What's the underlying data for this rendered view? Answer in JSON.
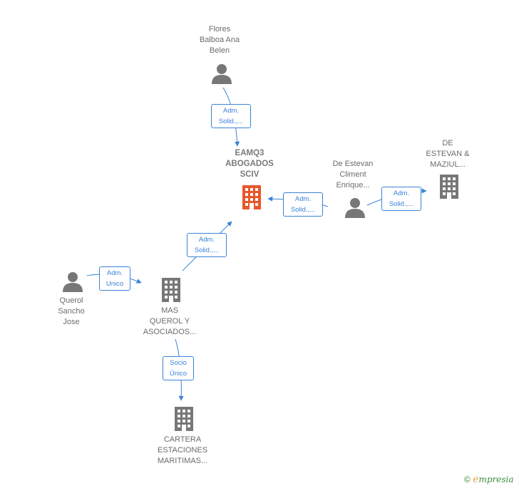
{
  "colors": {
    "edge": "#3a82d6",
    "person": "#777777",
    "company": "#777777",
    "focus": "#e8562a"
  },
  "nodes": {
    "flores": {
      "label": "Flores\nBalboa Ana\nBelen",
      "kind": "person-icon"
    },
    "eamq3": {
      "label": "EAMQ3\nABOGADOS\nSCIV",
      "kind": "building-icon"
    },
    "destevan_person": {
      "label": "De Estevan\nCliment\nEnrique...",
      "kind": "person-icon"
    },
    "destevan_co": {
      "label": "DE\nESTEVAN &\nMAZIUL...",
      "kind": "building-icon"
    },
    "querol": {
      "label": "Querol\nSancho\nJose",
      "kind": "person-icon"
    },
    "masquerol": {
      "label": "MAS\nQUEROL Y\nASOCIADOS...",
      "kind": "building-icon"
    },
    "cartera": {
      "label": "CARTERA\nESTACIONES\nMARITIMAS...",
      "kind": "building-icon"
    }
  },
  "edges": {
    "flores_eamq3": "Adm.\nSolid.,...",
    "destevan_eamq3": "Adm.\nSolid.,...",
    "destevanco_person": "Adm.\nSolid.,...",
    "mas_eamq3": "Adm.\nSolid.,...",
    "querol_mas": "Adm.\nUnico",
    "mas_cartera": "Socio\nÚnico"
  },
  "brand": {
    "copyright": "©",
    "e": "e",
    "rest": "mpresia"
  }
}
